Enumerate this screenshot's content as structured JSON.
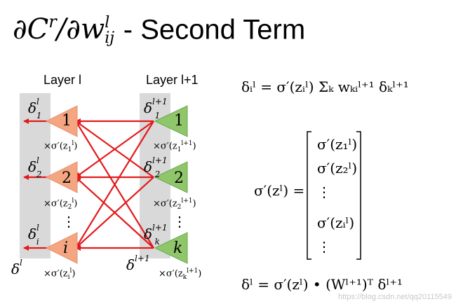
{
  "title": {
    "math_part": "∂C",
    "sup": "r",
    "slash": "/∂w",
    "w_sup": "l",
    "w_sub": "ij",
    "text": "- Second Term"
  },
  "diagram": {
    "layer_left_label": "Layer l",
    "layer_right_label": "Layer l+1",
    "left_nodes": [
      "1",
      "2",
      "i"
    ],
    "right_nodes": [
      "1",
      "2",
      "k"
    ],
    "left_deltas": [
      {
        "base": "δ",
        "sup": "l",
        "sub": "1"
      },
      {
        "base": "δ",
        "sup": "l",
        "sub": "2"
      },
      {
        "base": "δ",
        "sup": "l",
        "sub": "i"
      }
    ],
    "right_deltas": [
      {
        "base": "δ",
        "sup": "l+1",
        "sub": "1"
      },
      {
        "base": "δ",
        "sup": "l+1",
        "sub": "2"
      },
      {
        "base": "δ",
        "sup": "l+1",
        "sub": "k"
      }
    ],
    "left_multipliers": [
      {
        "prefix": "×σ′(z",
        "sub": "1",
        "sup": "l",
        "suffix": ")"
      },
      {
        "prefix": "×σ′(z",
        "sub": "2",
        "sup": "l",
        "suffix": ")"
      },
      {
        "prefix": "×σ′(z",
        "sub": "i",
        "sup": "l",
        "suffix": ")"
      }
    ],
    "right_multipliers": [
      {
        "prefix": "×σ′(z",
        "sub": "1",
        "sup": "l+1",
        "suffix": ")"
      },
      {
        "prefix": "×σ′(z",
        "sub": "2",
        "sup": "l+1",
        "suffix": ")"
      },
      {
        "prefix": "×σ′(z",
        "sub": "k",
        "sup": "l+1",
        "suffix": ")"
      }
    ],
    "vdots": "⋮",
    "left_vector": {
      "base": "δ",
      "sup": "l"
    },
    "right_vector": {
      "base": "δ",
      "sup": "l+1"
    },
    "colors": {
      "left_node": "#f4a582",
      "right_node": "#8fc66a",
      "arrow": "#e31a1c",
      "band": "#d9d9d9"
    }
  },
  "equations": {
    "eq1": "δᵢˡ = σ′(zᵢˡ) Σₖ wₖᵢˡ⁺¹ δₖˡ⁺¹",
    "eq2_lhs": "σ′(zˡ) =",
    "eq2_entries": [
      "σ′(z₁ˡ)",
      "σ′(z₂ˡ)",
      "⋮",
      "σ′(zᵢˡ)",
      "⋮"
    ],
    "eq3": "δˡ = σ′(zˡ) • (Wˡ⁺¹)ᵀ δˡ⁺¹"
  },
  "watermark": "https://blog.csdn.net/qq20115549"
}
